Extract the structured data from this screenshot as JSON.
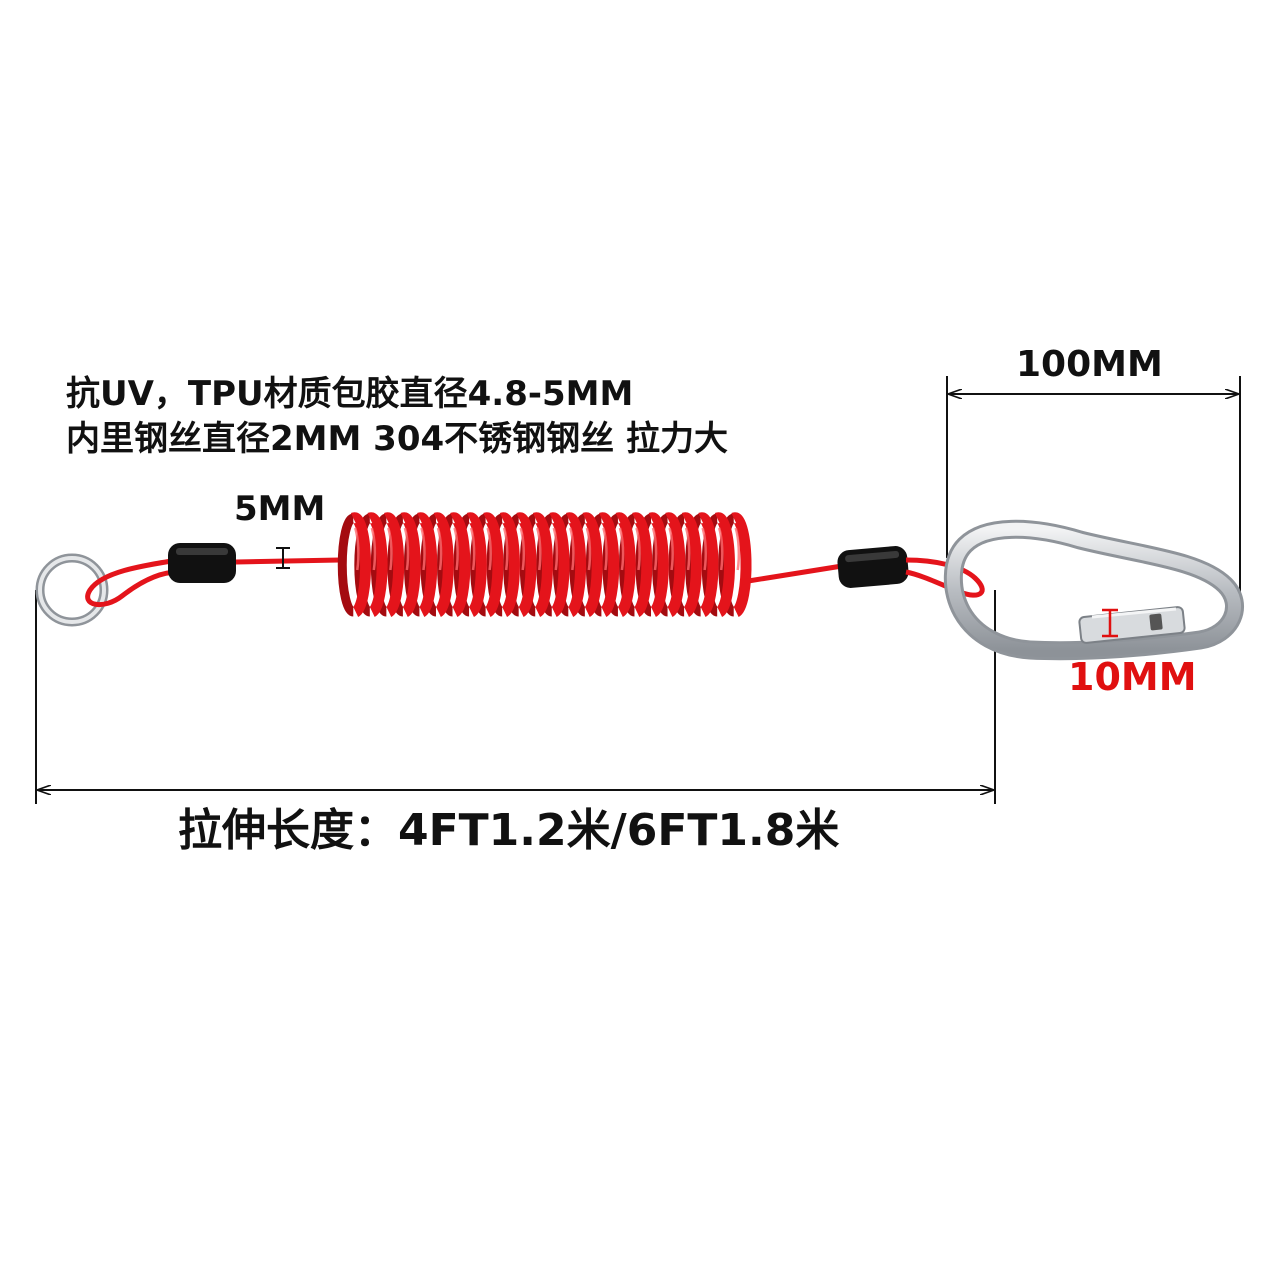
{
  "annotations": {
    "spec_line_1": "抗UV，TPU材质包胶直径4.8-5MM",
    "spec_line_2": "内里钢丝直径2MM 304不锈钢钢丝 拉力大",
    "cable_diameter": "5MM",
    "carabiner_length": "100MM",
    "gate_width": "10MM",
    "stretch_length": "拉伸长度：4FT1.2米/6FT1.8米"
  },
  "colors": {
    "cable": "#e4141b",
    "cable_dark": "#a40b10",
    "sleeve": "#111111",
    "metal": "#c8cbcf",
    "dimension_line": "#111111",
    "gate_label": "#e01010"
  },
  "coil_turns": 24
}
